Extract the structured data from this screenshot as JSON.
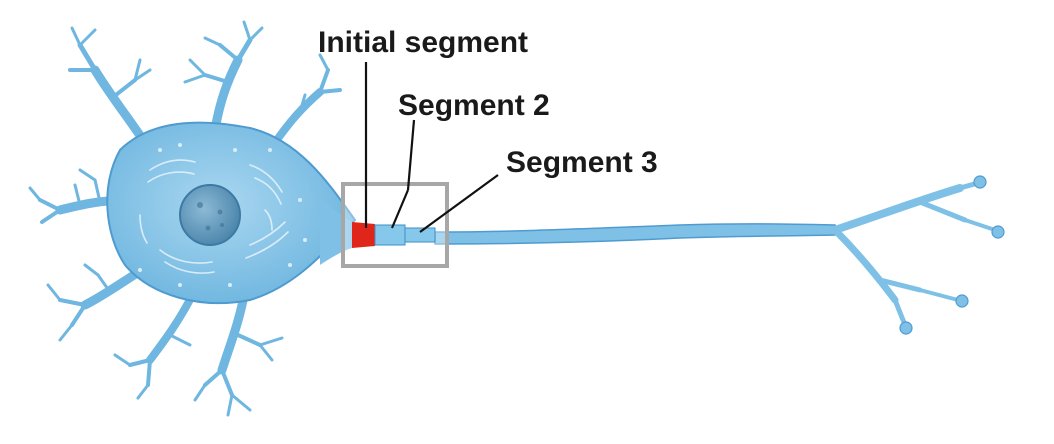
{
  "labels": {
    "initial_segment": "Initial segment",
    "segment_2": "Segment 2",
    "segment_3": "Segment 3"
  },
  "colors": {
    "neuron_fill": "#7fc1e6",
    "neuron_dark": "#3f8fc4",
    "neuron_outline": "#2f6f9f",
    "nucleus": "#5f9bbf",
    "initial_segment": "#e0261b",
    "highlight_box": "#a7a7a7",
    "leader_line": "#111111"
  },
  "icons": [
    "neuron-illustration"
  ]
}
